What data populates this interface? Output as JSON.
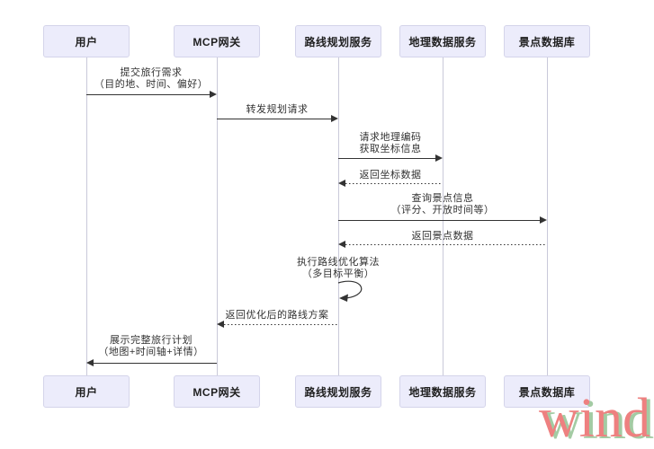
{
  "diagram": {
    "type": "sequence-diagram",
    "actors": [
      {
        "name": "用户"
      },
      {
        "name": "MCP网关"
      },
      {
        "name": "路线规划服务"
      },
      {
        "name": "地理数据服务"
      },
      {
        "name": "景点数据库"
      }
    ],
    "messages": [
      {
        "from": "用户",
        "to": "MCP网关",
        "type": "solid",
        "label": "提交旅行需求\n（目的地、时间、偏好）"
      },
      {
        "from": "MCP网关",
        "to": "路线规划服务",
        "type": "solid",
        "label": "转发规划请求"
      },
      {
        "from": "路线规划服务",
        "to": "地理数据服务",
        "type": "solid",
        "label": "请求地理编码\n获取坐标信息"
      },
      {
        "from": "地理数据服务",
        "to": "路线规划服务",
        "type": "dashed",
        "label": "返回坐标数据"
      },
      {
        "from": "路线规划服务",
        "to": "景点数据库",
        "type": "solid",
        "label": "查询景点信息\n（评分、开放时间等）"
      },
      {
        "from": "景点数据库",
        "to": "路线规划服务",
        "type": "dashed",
        "label": "返回景点数据"
      },
      {
        "from": "路线规划服务",
        "to": "路线规划服务",
        "type": "self",
        "label": "执行路线优化算法\n（多目标平衡）"
      },
      {
        "from": "路线规划服务",
        "to": "MCP网关",
        "type": "dashed",
        "label": "返回优化后的路线方案"
      },
      {
        "from": "MCP网关",
        "to": "用户",
        "type": "solid",
        "label": "展示完整旅行计划\n（地图+时间轴+详情）"
      }
    ]
  },
  "watermark": {
    "text": "wind",
    "color": "#ee8080",
    "shadow_color": "#a3cba3"
  },
  "colors": {
    "actor_fill": "#ececfb",
    "actor_border": "#d4d4ea",
    "lifeline": "#c9c9d9",
    "arrow": "#333333",
    "background": "#ffffff"
  }
}
